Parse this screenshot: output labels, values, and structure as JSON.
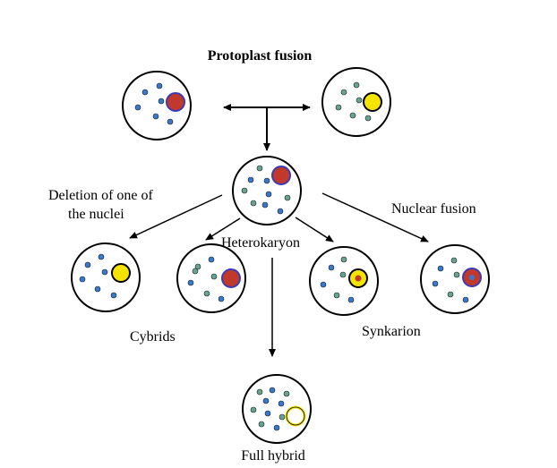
{
  "title": "Protoplast fusion",
  "labels": {
    "deletion_line1": "Deletion of one of",
    "deletion_line2": "the nuclei",
    "nuclear_fusion": "Nuclear fusion",
    "heterokaryon": "Heterokaryon",
    "cybrids": "Cybrids",
    "synkarion": "Synkarion",
    "full_hybrid": "Full hybrid"
  },
  "colors": {
    "blue_organelle": "#3a78c9",
    "green_organelle": "#6aa38c",
    "red_nucleus": "#c0392b",
    "yellow_nucleus": "#f5e400",
    "nucleus_ring": "#3b3bb8",
    "outline": "#000000"
  },
  "cells": [
    {
      "id": "parent-cell-a",
      "nucleus": "red",
      "organelles": "blue"
    },
    {
      "id": "parent-cell-b",
      "nucleus": "yellow",
      "organelles": "green"
    },
    {
      "id": "heterokaryon-cell",
      "nucleus": "red",
      "organelles": "mixed"
    },
    {
      "id": "cybrid-cell-yellow",
      "nucleus": "yellow",
      "organelles": "blue"
    },
    {
      "id": "cybrid-cell-red",
      "nucleus": "red",
      "organelles": "mixed"
    },
    {
      "id": "synkarion-cell-yellow",
      "nucleus": "yellow-with-red-dot",
      "organelles": "mixed"
    },
    {
      "id": "synkarion-cell-red",
      "nucleus": "red-with-blue-dot",
      "organelles": "mixed"
    },
    {
      "id": "full-hybrid-cell",
      "nucleus": "white-yellow",
      "organelles": "mixed"
    }
  ]
}
